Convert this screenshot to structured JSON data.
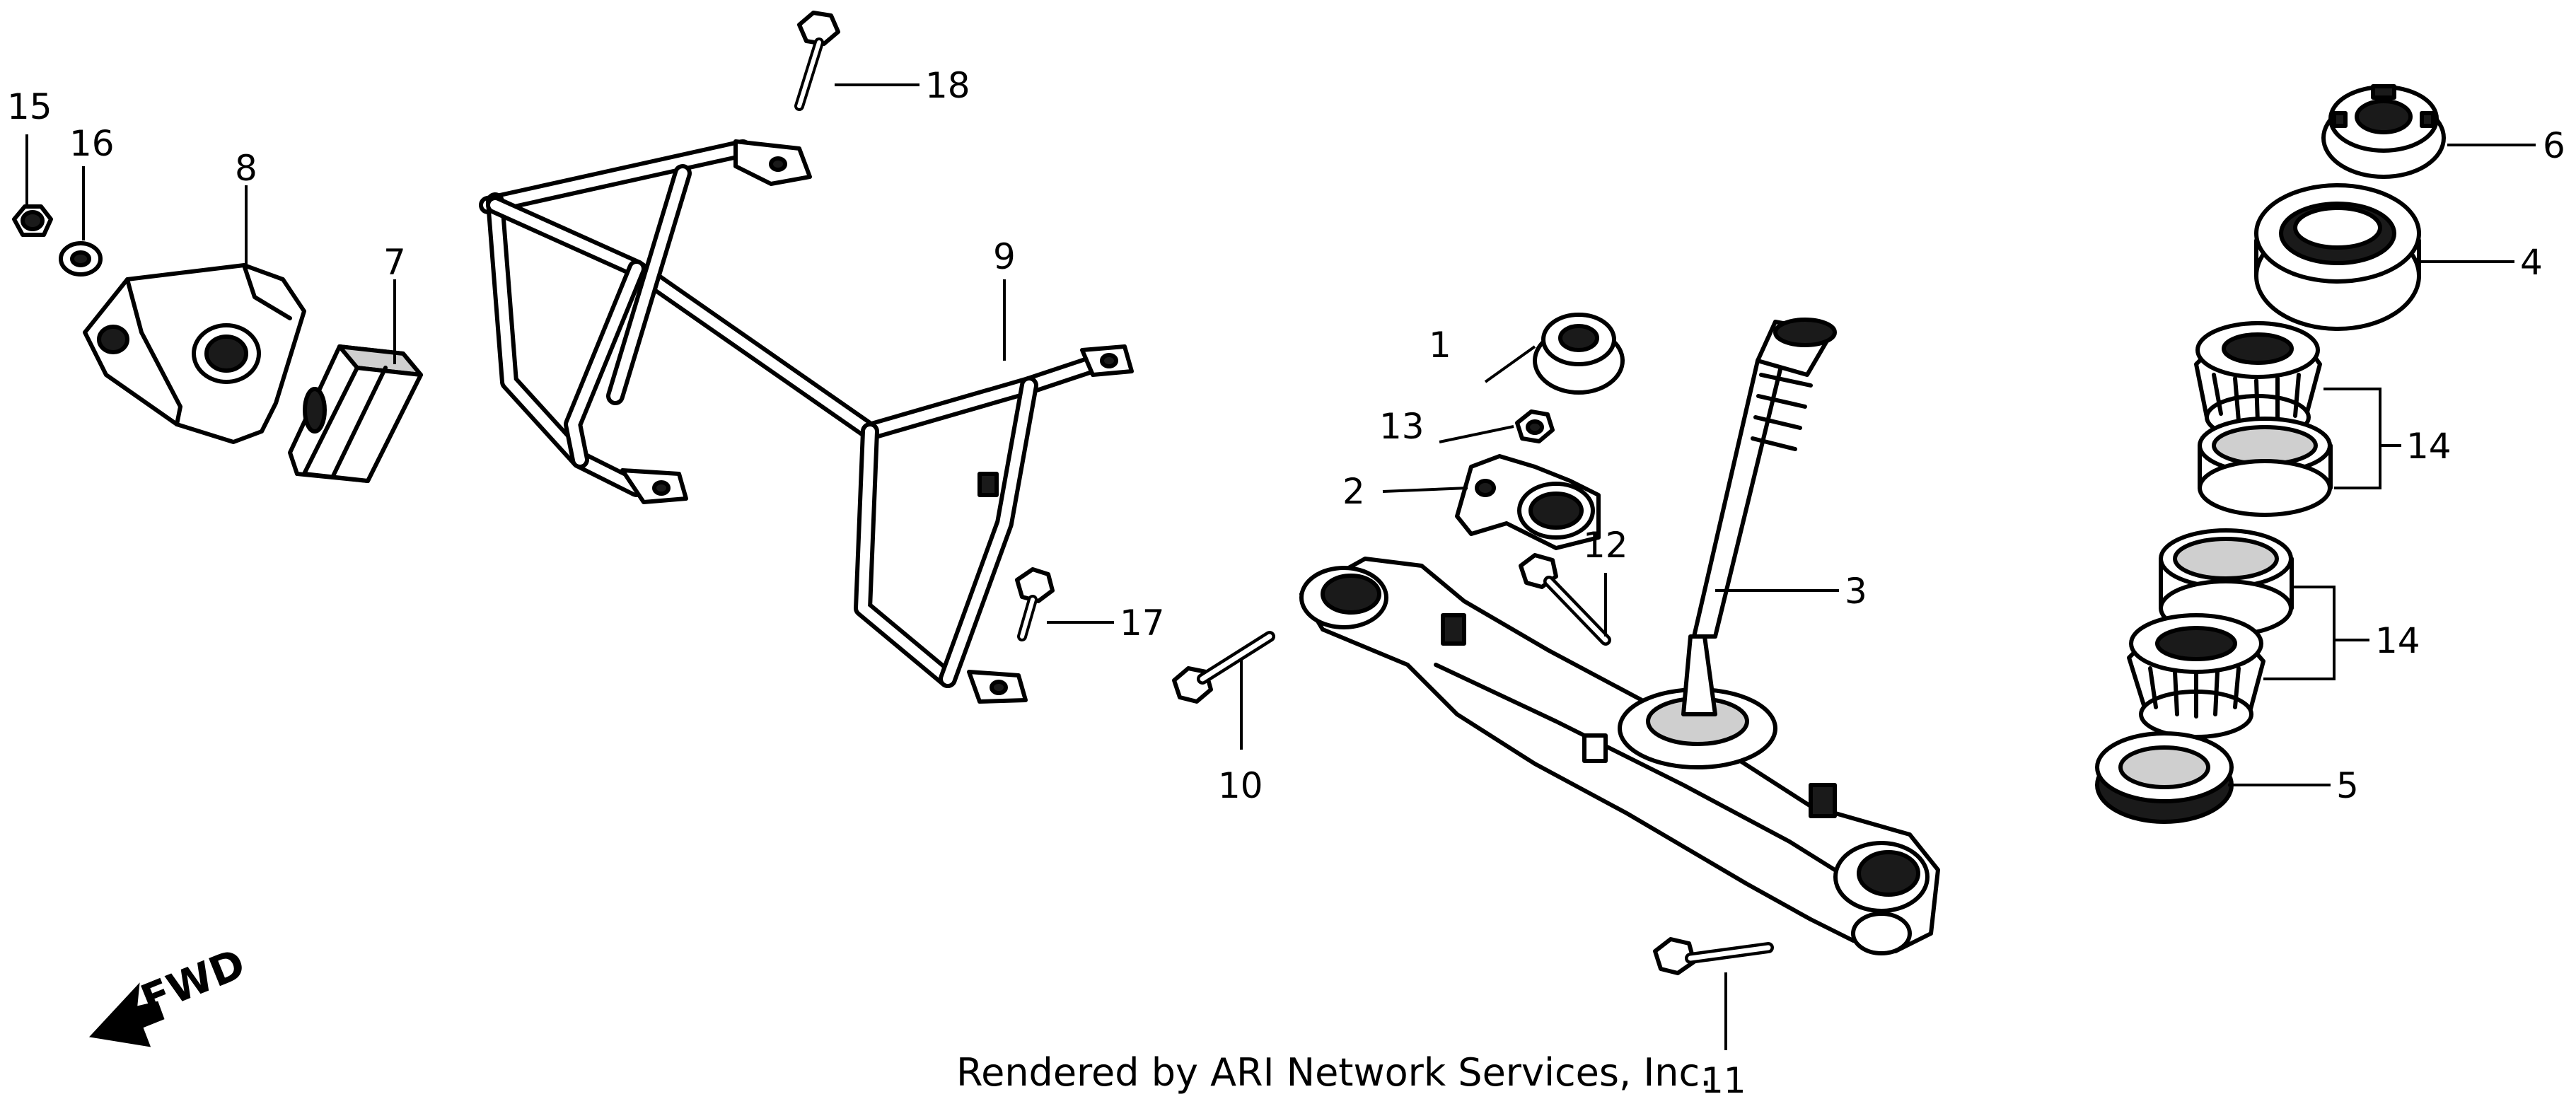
{
  "callouts": {
    "c1": "1",
    "c2": "2",
    "c3": "3",
    "c4": "4",
    "c5": "5",
    "c6": "6",
    "c7": "7",
    "c8": "8",
    "c9": "9",
    "c10": "10",
    "c11": "11",
    "c12": "12",
    "c13": "13",
    "c14a": "14",
    "c14b": "14",
    "c15": "15",
    "c16": "16",
    "c17": "17",
    "c18": "18"
  },
  "direction_label": "FWD",
  "credit": "Rendered by ARI Network Services, Inc."
}
